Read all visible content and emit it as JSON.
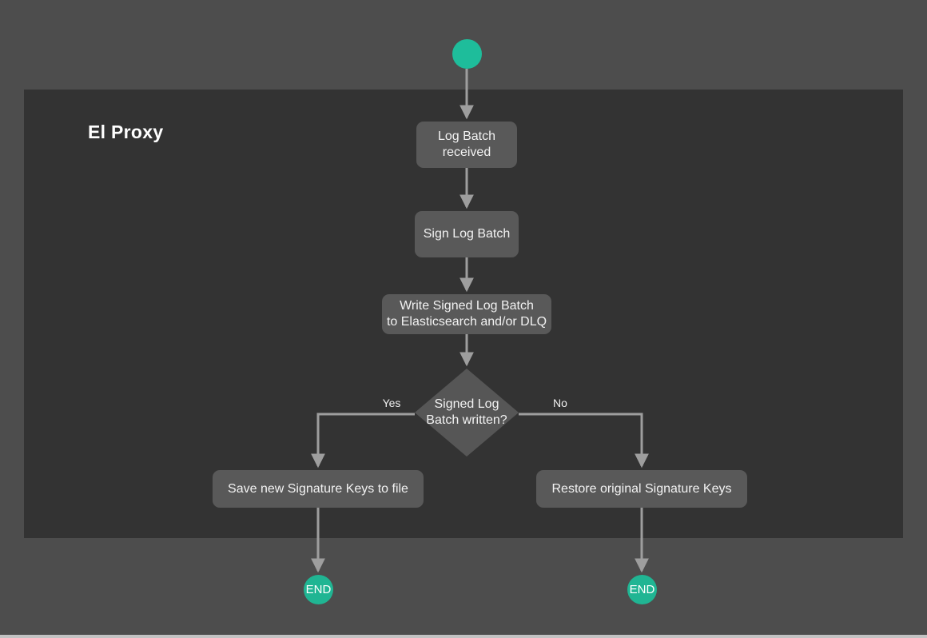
{
  "colors": {
    "page_background": "#4d4d4d",
    "container_background": "#333333",
    "node_fill": "#595959",
    "diamond_fill": "#565656",
    "node_text": "#f2f2f2",
    "connector": "#9e9e9e",
    "start_node_fill": "#1ebd9b",
    "end_node_fill": "#20b593",
    "bottom_edge": "#c3c3c3"
  },
  "diagram": {
    "container_title": "El Proxy",
    "nodes": {
      "received": {
        "label": "Log Batch\nreceived"
      },
      "sign": {
        "label": "Sign Log Batch"
      },
      "write": {
        "label": "Write Signed Log Batch\nto Elasticsearch and/or DLQ"
      },
      "decision": {
        "label": "Signed Log\nBatch written?"
      },
      "save": {
        "label": "Save new Signature Keys to file"
      },
      "restore": {
        "label": "Restore original Signature Keys"
      }
    },
    "edge_labels": {
      "yes": "Yes",
      "no": "No"
    },
    "terminals": {
      "end_left": "END",
      "end_right": "END"
    }
  }
}
